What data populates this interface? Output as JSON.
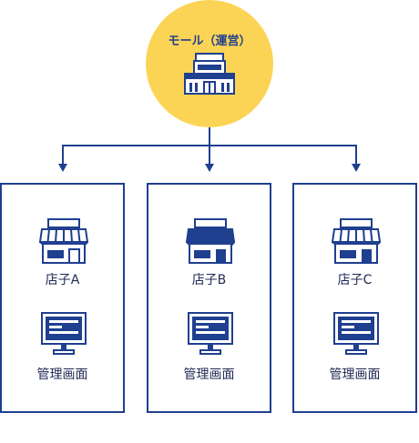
{
  "mall": {
    "label": "モール（運営）",
    "icon": "mall-building-icon"
  },
  "stores": [
    {
      "label": "店子A",
      "admin_label": "管理画面",
      "icon": "store-icon",
      "highlight": false
    },
    {
      "label": "店子B",
      "admin_label": "管理画面",
      "icon": "store-icon",
      "highlight": true
    },
    {
      "label": "店子C",
      "admin_label": "管理画面",
      "icon": "store-icon",
      "highlight": false
    }
  ],
  "colors": {
    "primary": "#1f3f8f",
    "accent": "#fcd455",
    "background": "#ffffff"
  }
}
